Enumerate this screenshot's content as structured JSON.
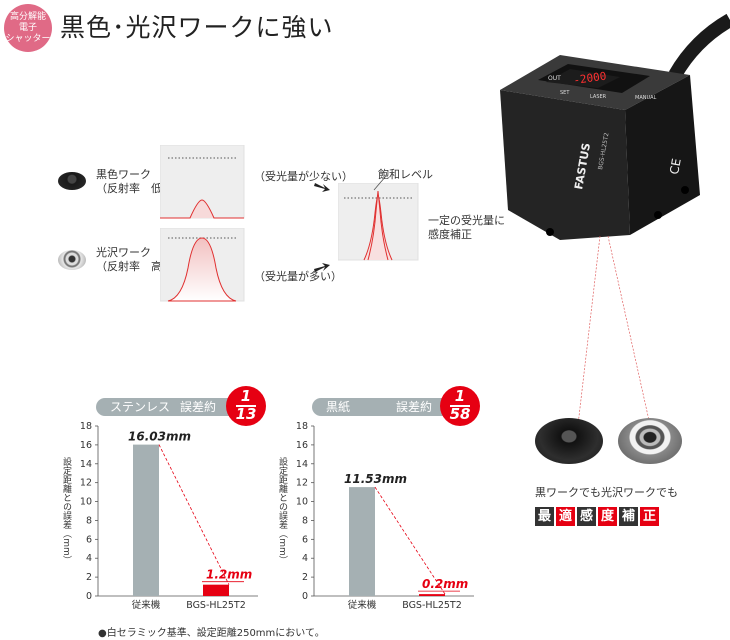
{
  "badge": {
    "line1": "高分解能",
    "line2": "電子",
    "line3": "シャッター"
  },
  "page_title": "黒色･光沢ワークに強い",
  "illustration": {
    "black_work_name": "黒色ワーク",
    "black_work_reflect": "（反射率　低）",
    "shiny_work_name": "光沢ワーク",
    "shiny_work_reflect": "（反射率　高）",
    "low_light": "（受光量が少ない）",
    "high_light": "（受光量が多い）",
    "saturation": "飽和レベル",
    "compensation_line1": "一定の受光量に",
    "compensation_line2": "感度補正"
  },
  "sensor": {
    "display_value": "-2000",
    "brand": "FASTUS",
    "model": "BGS-HL25T2",
    "label_out": "OUT",
    "label_laser": "LASER",
    "label_manual": "MANUAL",
    "label_set": "SET",
    "ce": "CE"
  },
  "tagline": "黒ワークでも光沢ワークでも",
  "badge_chars": [
    "最",
    "適",
    "感",
    "度",
    "補",
    "正"
  ],
  "badge_colors": [
    "#333333",
    "#e60012",
    "#333333",
    "#e60012",
    "#333333",
    "#e60012"
  ],
  "chart_data": [
    {
      "type": "bar",
      "header_left": "ステンレス",
      "header_right": "誤差約",
      "ratio_num": "1",
      "ratio_den": "13",
      "ylabel": "設定距離との誤差（mm）",
      "ylim": [
        0,
        18
      ],
      "yticks": [
        "0",
        "2",
        "4",
        "6",
        "8",
        "10",
        "12",
        "14",
        "16",
        "18"
      ],
      "categories": [
        "従来機",
        "BGS-HL25T2"
      ],
      "values": [
        16.03,
        1.2
      ],
      "value_labels": [
        "16.03mm",
        "1.2mm"
      ],
      "colors": [
        "#a5b0b3",
        "#e60012"
      ]
    },
    {
      "type": "bar",
      "header_left": "黒紙",
      "header_right": "誤差約",
      "ratio_num": "1",
      "ratio_den": "58",
      "ylabel": "設定距離との誤差（mm）",
      "ylim": [
        0,
        18
      ],
      "yticks": [
        "0",
        "2",
        "4",
        "6",
        "8",
        "10",
        "12",
        "14",
        "16",
        "18"
      ],
      "categories": [
        "従来機",
        "BGS-HL25T2"
      ],
      "values": [
        11.53,
        0.2
      ],
      "value_labels": [
        "11.53mm",
        "0.2mm"
      ],
      "colors": [
        "#a5b0b3",
        "#e60012"
      ]
    }
  ],
  "footnote": "●白セラミック基準、設定距離250mmにおいて。"
}
